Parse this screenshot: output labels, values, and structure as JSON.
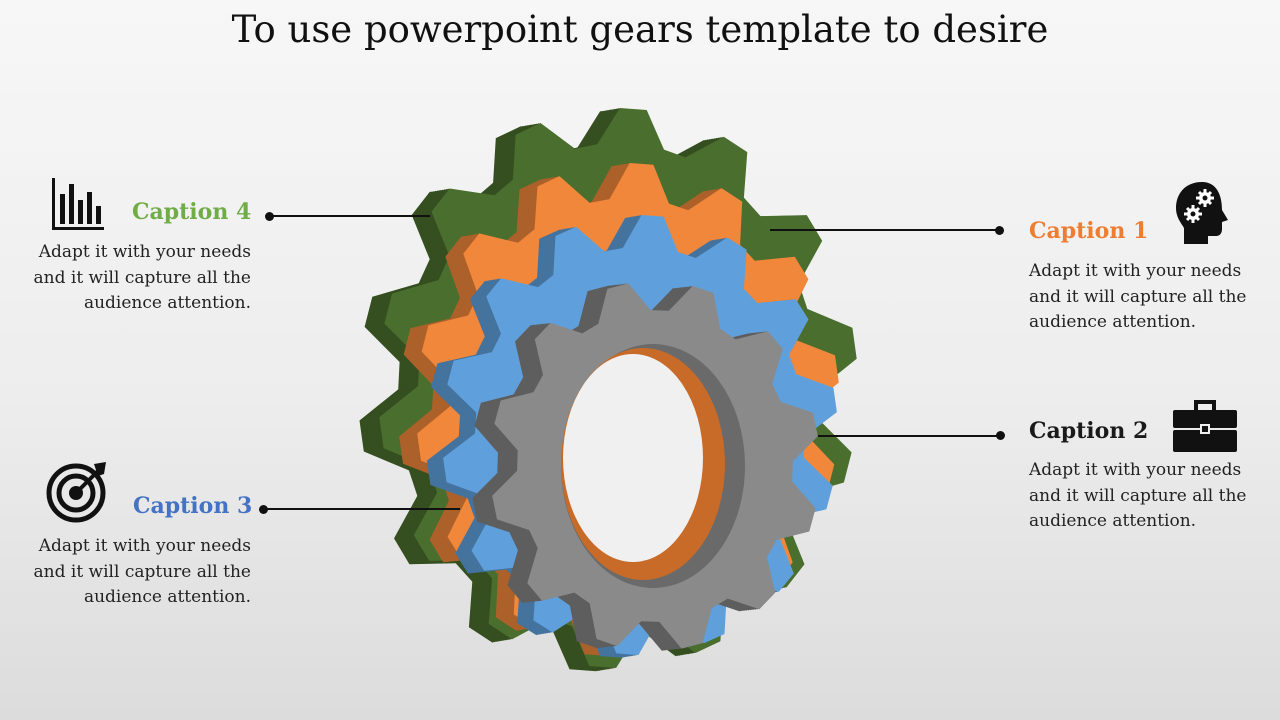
{
  "slide": {
    "title": "To use powerpoint gears template to desire"
  },
  "captions": [
    {
      "id": "caption-1",
      "title": "Caption 1",
      "text": "Adapt it with your needs\nand it will capture all the\naudience attention.",
      "color": "#ed7d31",
      "icon": "head-gears-icon"
    },
    {
      "id": "caption-2",
      "title": "Caption 2",
      "text": "Adapt it with your needs\nand it will capture all the\naudience attention.",
      "color": "#1a1a1a",
      "icon": "briefcase-icon"
    },
    {
      "id": "caption-3",
      "title": "Caption 3",
      "text": "Adapt it with your needs\nand it will capture all the\naudience attention.",
      "color": "#4472c4",
      "icon": "target-icon"
    },
    {
      "id": "caption-4",
      "title": "Caption 4",
      "text": "Adapt it with your needs\nand it will capture all the\naudience attention.",
      "color": "#70ad47",
      "icon": "bar-chart-icon"
    }
  ],
  "gears": {
    "colors": {
      "green": "#4a6e2d",
      "orange": "#f0873a",
      "blue": "#5fa0dc",
      "gray": "#8a8a8a"
    }
  }
}
